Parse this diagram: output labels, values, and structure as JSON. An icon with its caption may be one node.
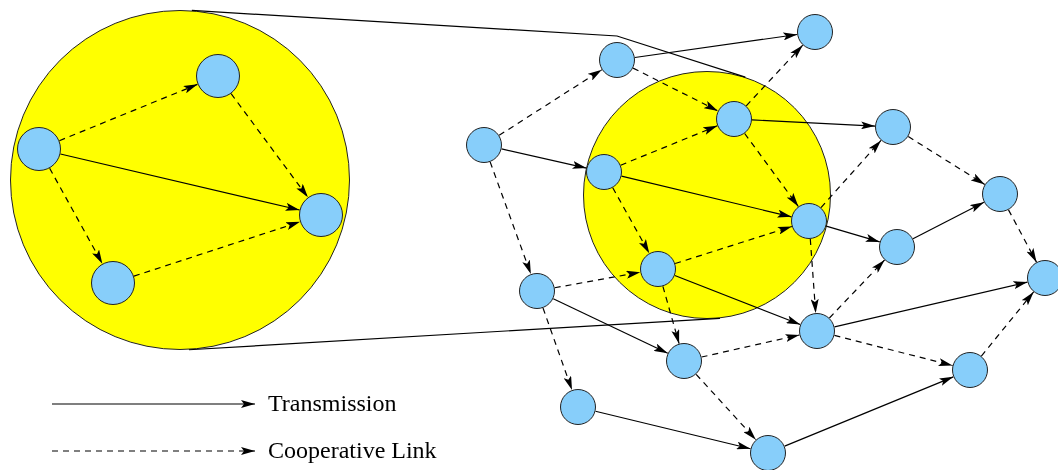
{
  "diagram": {
    "nodes": [
      {
        "text": [],
        "shape": "circle"
      },
      {
        "text": [],
        "shape": "circle",
        "in": 0
      },
      {
        "text": [],
        "shape": "circle",
        "in": 0
      },
      {
        "text": [],
        "shape": "circle",
        "in": 0
      },
      {
        "text": [],
        "shape": "circle",
        "in": 0
      },
      {
        "text": [],
        "shape": "circle"
      },
      {
        "text": [],
        "shape": "circle"
      },
      {
        "text": [],
        "shape": "circle"
      },
      {
        "text": [],
        "shape": "circle"
      },
      {
        "text": [],
        "shape": "circle",
        "in": 8
      },
      {
        "text": [],
        "shape": "circle",
        "in": 8
      },
      {
        "text": [],
        "shape": "circle",
        "in": 8
      },
      {
        "text": [],
        "shape": "circle",
        "in": 8
      },
      {
        "text": [],
        "shape": "circle"
      },
      {
        "text": [],
        "shape": "circle"
      },
      {
        "text": [],
        "shape": "circle"
      },
      {
        "text": [],
        "shape": "circle"
      },
      {
        "text": [],
        "shape": "circle"
      },
      {
        "text": [],
        "shape": "circle"
      },
      {
        "text": [],
        "shape": "circle"
      },
      {
        "text": [],
        "shape": "circle"
      },
      {
        "text": [],
        "shape": "circle"
      },
      {
        "text": [],
        "shape": "circle"
      }
    ],
    "edges": [
      {
        "from": 1,
        "to": 2,
        "arrow": "to",
        "style": "dashed"
      },
      {
        "from": 1,
        "to": 3,
        "arrow": "to"
      },
      {
        "from": 1,
        "to": 4,
        "arrow": "to",
        "style": "dashed"
      },
      {
        "from": 2,
        "to": 3,
        "arrow": "to",
        "style": "dashed"
      },
      {
        "from": 4,
        "to": 3,
        "arrow": "to",
        "style": "dashed"
      },
      {
        "from": 0,
        "to": 8,
        "arrow": "none"
      },
      {
        "from": 0,
        "to": 8,
        "arrow": "none"
      },
      {
        "from": 5,
        "to": 6,
        "arrow": "to",
        "style": "dashed"
      },
      {
        "from": 5,
        "to": 10,
        "arrow": "to"
      },
      {
        "from": 5,
        "to": 17,
        "arrow": "to",
        "style": "dashed"
      },
      {
        "from": 6,
        "to": 7,
        "arrow": "to"
      },
      {
        "from": 6,
        "to": 9,
        "arrow": "to",
        "style": "dashed"
      },
      {
        "from": 10,
        "to": 9,
        "arrow": "to",
        "style": "dashed"
      },
      {
        "from": 10,
        "to": 11,
        "arrow": "to"
      },
      {
        "from": 10,
        "to": 12,
        "arrow": "to",
        "style": "dashed"
      },
      {
        "from": 9,
        "to": 7,
        "arrow": "to",
        "style": "dashed"
      },
      {
        "from": 9,
        "to": 13,
        "arrow": "to"
      },
      {
        "from": 9,
        "to": 11,
        "arrow": "to",
        "style": "dashed"
      },
      {
        "from": 12,
        "to": 11,
        "arrow": "to",
        "style": "dashed"
      },
      {
        "from": 11,
        "to": 13,
        "arrow": "to",
        "style": "dashed"
      },
      {
        "from": 11,
        "to": 15,
        "arrow": "to"
      },
      {
        "from": 11,
        "to": 18,
        "arrow": "to",
        "style": "dashed"
      },
      {
        "from": 13,
        "to": 14,
        "arrow": "to",
        "style": "dashed"
      },
      {
        "from": 15,
        "to": 14,
        "arrow": "to"
      },
      {
        "from": 14,
        "to": 16,
        "arrow": "to",
        "style": "dashed"
      },
      {
        "from": 17,
        "to": 12,
        "arrow": "to",
        "style": "dashed"
      },
      {
        "from": 17,
        "to": 19,
        "arrow": "to"
      },
      {
        "from": 17,
        "to": 21,
        "arrow": "to",
        "style": "dashed"
      },
      {
        "from": 12,
        "to": 19,
        "arrow": "to",
        "style": "dashed"
      },
      {
        "from": 12,
        "to": 18,
        "arrow": "to"
      },
      {
        "from": 19,
        "to": 18,
        "arrow": "to",
        "style": "dashed"
      },
      {
        "from": 19,
        "to": 22,
        "arrow": "to",
        "style": "dashed"
      },
      {
        "from": 18,
        "to": 15,
        "arrow": "to",
        "style": "dashed"
      },
      {
        "from": 18,
        "to": 16,
        "arrow": "to"
      },
      {
        "from": 18,
        "to": 20,
        "arrow": "to",
        "style": "dashed"
      },
      {
        "from": 20,
        "to": 16,
        "arrow": "to",
        "style": "dashed"
      },
      {
        "from": 21,
        "to": 22,
        "arrow": "to"
      },
      {
        "from": 22,
        "to": 20,
        "arrow": "to"
      }
    ],
    "legend": [
      {
        "text": "Transmission"
      },
      {
        "text": "Cooperative Link"
      }
    ]
  }
}
